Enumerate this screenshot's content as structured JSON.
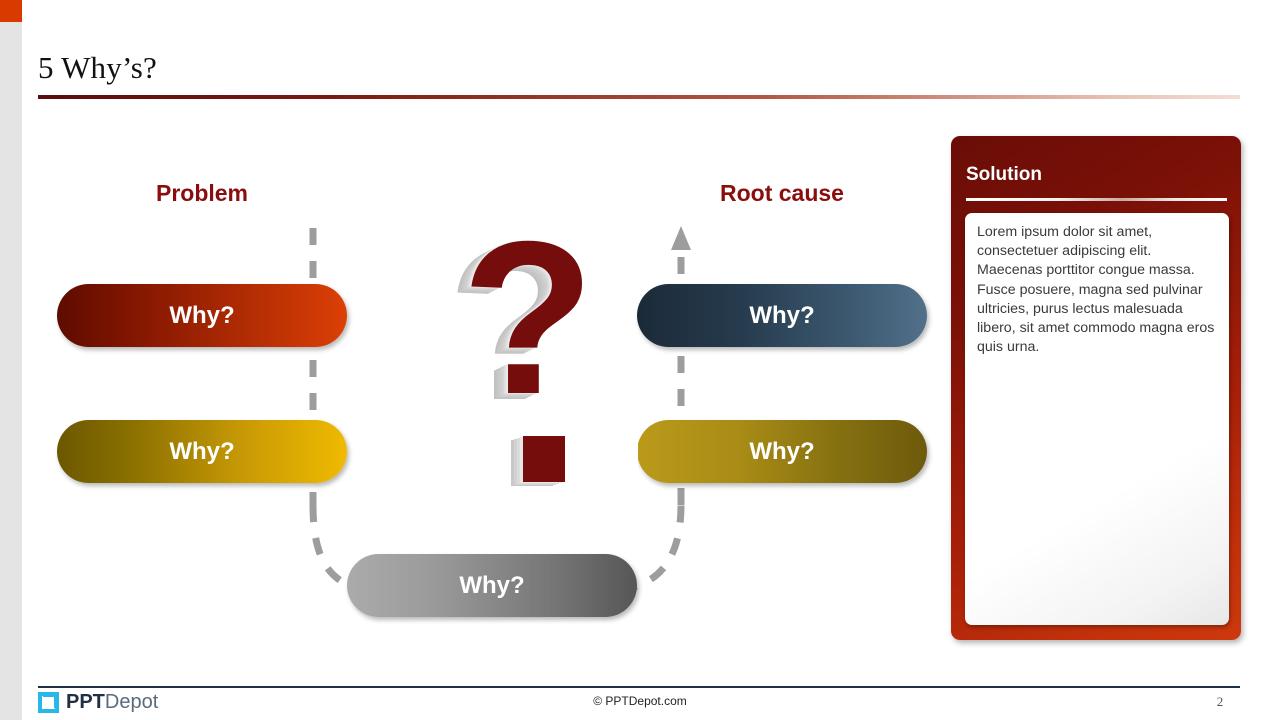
{
  "slide": {
    "title": "5 Why’s?",
    "page_number": "2"
  },
  "columns": {
    "problem_label": "Problem",
    "root_cause_label": "Root cause"
  },
  "steps": [
    {
      "id": "why-1",
      "label": "Why?",
      "side": "problem",
      "color_from": "#5e0c00",
      "color_to": "#dc4006"
    },
    {
      "id": "why-2",
      "label": "Why?",
      "side": "problem",
      "color_from": "#6b5700",
      "color_to": "#f0ba00"
    },
    {
      "id": "why-3",
      "label": "Why?",
      "side": "root",
      "color_from": "#1b2a39",
      "color_to": "#52708a"
    },
    {
      "id": "why-4",
      "label": "Why?",
      "side": "root",
      "color_from": "#bb9a1a",
      "color_to": "#6d5a0c"
    },
    {
      "id": "why-5",
      "label": "Why?",
      "side": "bottom",
      "color_from": "#ababab",
      "color_to": "#565656"
    }
  ],
  "center_graphic": {
    "glyph": "?",
    "color": "#760d0d"
  },
  "solution": {
    "title": "Solution",
    "body": "Lorem ipsum dolor sit amet, consectetuer adipiscing elit. Maecenas porttitor congue massa. Fusce posuere, magna sed pulvinar ultricies, purus lectus malesuada libero, sit amet commodo magna eros quis urna.",
    "accent": "#a71f08"
  },
  "footer": {
    "logo_bold": "PPT",
    "logo_light": "Depot",
    "copyright": "© PPTDepot.com"
  }
}
